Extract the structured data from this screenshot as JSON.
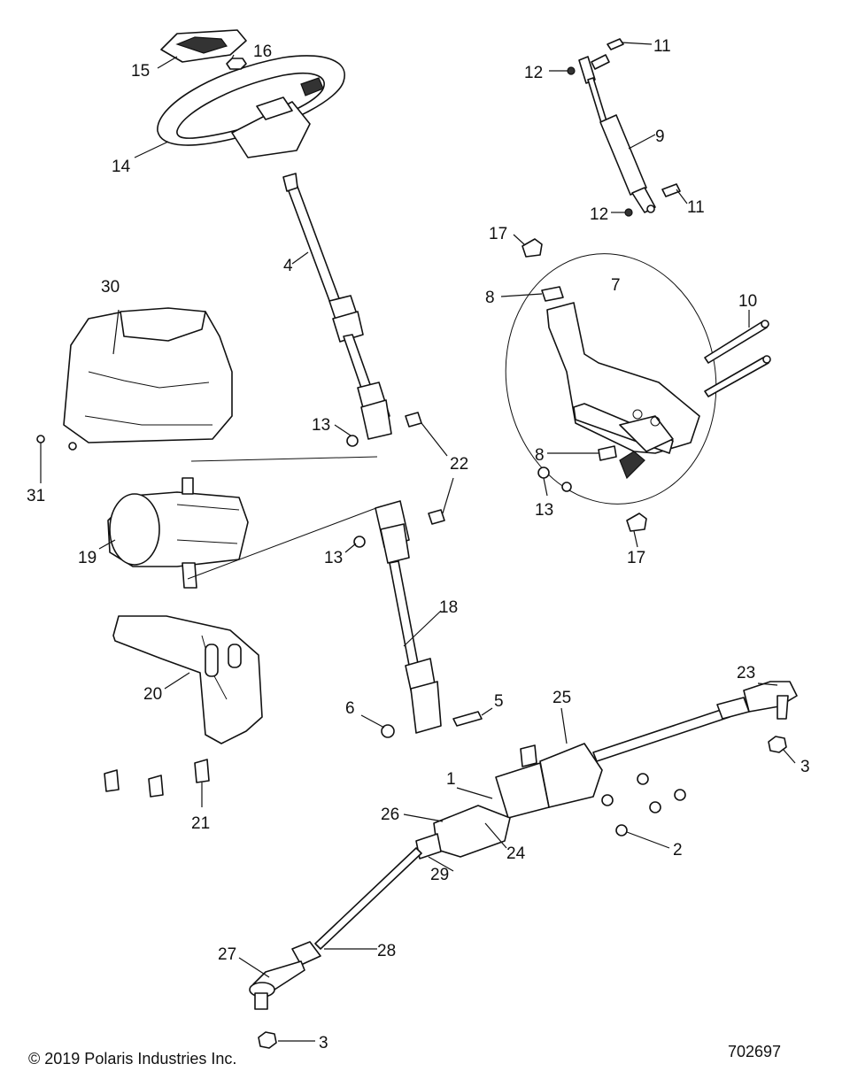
{
  "diagram": {
    "callouts": [
      {
        "id": "c1",
        "text": "1"
      },
      {
        "id": "c2",
        "text": "2"
      },
      {
        "id": "c3a",
        "text": "3"
      },
      {
        "id": "c3b",
        "text": "3"
      },
      {
        "id": "c4",
        "text": "4"
      },
      {
        "id": "c5",
        "text": "5"
      },
      {
        "id": "c6",
        "text": "6"
      },
      {
        "id": "c7",
        "text": "7"
      },
      {
        "id": "c8a",
        "text": "8"
      },
      {
        "id": "c8b",
        "text": "8"
      },
      {
        "id": "c9",
        "text": "9"
      },
      {
        "id": "c10",
        "text": "10"
      },
      {
        "id": "c11a",
        "text": "11"
      },
      {
        "id": "c11b",
        "text": "11"
      },
      {
        "id": "c12a",
        "text": "12"
      },
      {
        "id": "c12b",
        "text": "12"
      },
      {
        "id": "c13a",
        "text": "13"
      },
      {
        "id": "c13b",
        "text": "13"
      },
      {
        "id": "c13c",
        "text": "13"
      },
      {
        "id": "c14",
        "text": "14"
      },
      {
        "id": "c15",
        "text": "15"
      },
      {
        "id": "c16",
        "text": "16"
      },
      {
        "id": "c17a",
        "text": "17"
      },
      {
        "id": "c17b",
        "text": "17"
      },
      {
        "id": "c18",
        "text": "18"
      },
      {
        "id": "c19",
        "text": "19"
      },
      {
        "id": "c20",
        "text": "20"
      },
      {
        "id": "c21",
        "text": "21"
      },
      {
        "id": "c22",
        "text": "22"
      },
      {
        "id": "c23",
        "text": "23"
      },
      {
        "id": "c24",
        "text": "24"
      },
      {
        "id": "c25",
        "text": "25"
      },
      {
        "id": "c26",
        "text": "26"
      },
      {
        "id": "c27",
        "text": "27"
      },
      {
        "id": "c28",
        "text": "28"
      },
      {
        "id": "c29",
        "text": "29"
      },
      {
        "id": "c30",
        "text": "30"
      },
      {
        "id": "c31",
        "text": "31"
      }
    ]
  },
  "footer": {
    "copyright": "© 2019 Polaris Industries Inc.",
    "drawing_number": "702697"
  }
}
